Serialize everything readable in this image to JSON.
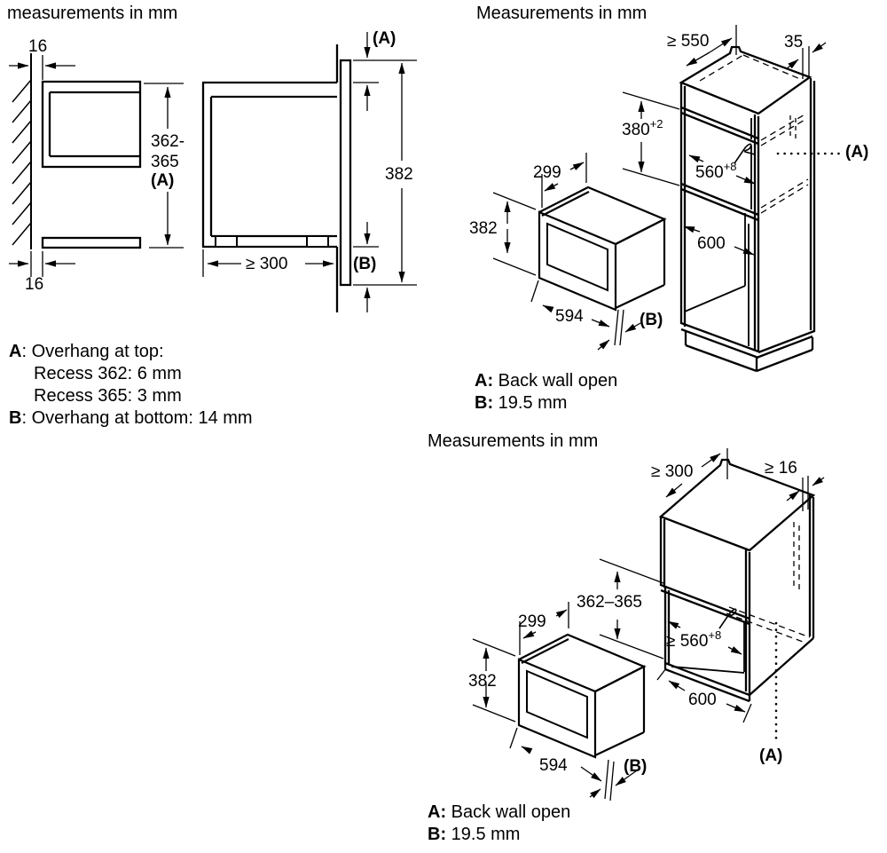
{
  "colors": {
    "ink": "#000000",
    "background": "#ffffff"
  },
  "d1": {
    "title": "measurements in mm",
    "dim_16_top": "16",
    "dim_16_bottom": "16",
    "recess_line1": "362-",
    "recess_line2": "365",
    "recess_line3": "(A)",
    "dim_382": "382",
    "dim_min300": "≥ 300",
    "callout_a": "(A)",
    "callout_b": "(B)",
    "note_a_key": "A",
    "note_a_text": ": Overhang at top:",
    "note_a_line2": "Recess 362: 6 mm",
    "note_a_line3": "Recess 365: 3 mm",
    "note_b_key": "B",
    "note_b_text": ": Overhang at bottom: 14 mm"
  },
  "d2": {
    "title": "Measurements in mm",
    "dim_min550": "≥ 550",
    "dim_35": "35",
    "dim_380": "380",
    "dim_380_sup": "+2",
    "dim_560": "560",
    "dim_560_sup": "+8",
    "dim_600": "600",
    "dim_299": "299",
    "dim_382": "382",
    "dim_594": "594",
    "callout_a": "(A)",
    "callout_b": "(B)",
    "note_a_key": "A:",
    "note_a_text": " Back wall open",
    "note_b_key": "B:",
    "note_b_text": " 19.5 mm"
  },
  "d3": {
    "title": "Measurements in mm",
    "dim_min300": "≥ 300",
    "dim_min16": "≥ 16",
    "dim_362_365": "362–365",
    "dim_299": "299",
    "dim_382": "382",
    "dim_594": "594",
    "dim_min560": "≥ 560",
    "dim_560_sup": "+8",
    "dim_600": "600",
    "callout_a": "(A)",
    "callout_b": "(B)",
    "note_a_key": "A:",
    "note_a_text": " Back wall open",
    "note_b_key": "B:",
    "note_b_text": " 19.5 mm"
  }
}
